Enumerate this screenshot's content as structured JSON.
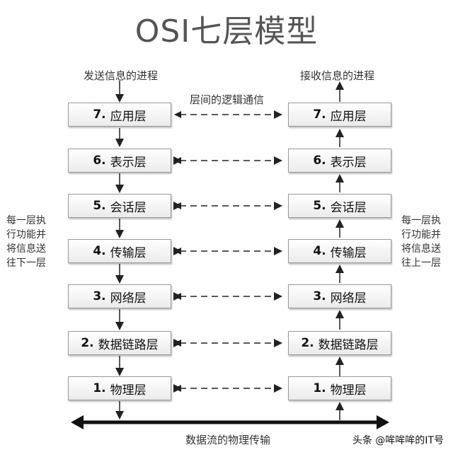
{
  "title": "OSI七层模型",
  "captions": {
    "sending": "发送信息的进程",
    "receiving": "接收信息的进程",
    "logical": "层间的逻辑通信",
    "physical_flow": "数据流的物理传输"
  },
  "side_notes": {
    "left": [
      "每一层执",
      "行功能并",
      "将信息送",
      "往下一层"
    ],
    "right": [
      "每一层执",
      "行功能并",
      "将信息送",
      "往上一层"
    ]
  },
  "layers": [
    {
      "num": "7.",
      "name": "应用层"
    },
    {
      "num": "6.",
      "name": "表示层"
    },
    {
      "num": "5.",
      "name": "会话层"
    },
    {
      "num": "4.",
      "name": "传输层"
    },
    {
      "num": "3.",
      "name": "网络层"
    },
    {
      "num": "2.",
      "name": "数据链路层"
    },
    {
      "num": "1.",
      "name": "物理层"
    }
  ],
  "watermark": "头条 @哞哞哞的IT号"
}
